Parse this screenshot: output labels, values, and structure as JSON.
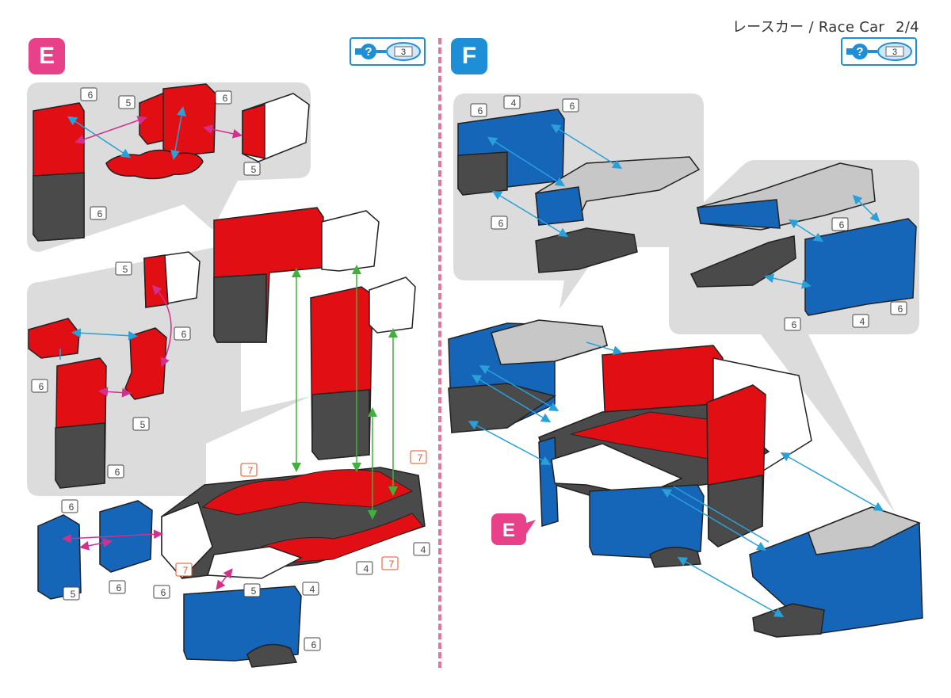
{
  "header": {
    "title": "レースカー / Race Car",
    "page": "2/4"
  },
  "steps": [
    {
      "id": "E",
      "color": "#e8418a",
      "hint_count": "3"
    },
    {
      "id": "F",
      "color": "#1e8fd6",
      "hint_count": "3"
    }
  ],
  "reference_badge": "E",
  "colors": {
    "red": "#e10f14",
    "blue": "#1565b8",
    "dark": "#4a4a4a",
    "light": "#c7c7c7",
    "white": "#ffffff",
    "callout": "#dcdcdc",
    "arrow_blue": "#2aa0d8",
    "arrow_pink": "#d1318c",
    "arrow_green": "#3fb23b",
    "label_red": "#e8511d"
  },
  "part_labels": {
    "e1": "6",
    "e2": "5",
    "e3": "6",
    "e4": "6",
    "e5": "5",
    "e6": "5",
    "e7": "6",
    "e8": "6",
    "e9": "5",
    "e10": "6",
    "e11": "7",
    "e12": "7",
    "e13": "4",
    "e14": "7",
    "e15": "4",
    "e16": "4",
    "e17": "7",
    "e18": "6",
    "e19": "5",
    "e20": "6",
    "e21": "6",
    "e22": "5",
    "e23": "6",
    "f1": "6",
    "f2": "4",
    "f3": "6",
    "f4": "6",
    "f5": "6",
    "f6": "6",
    "f7": "4",
    "f8": "6"
  }
}
